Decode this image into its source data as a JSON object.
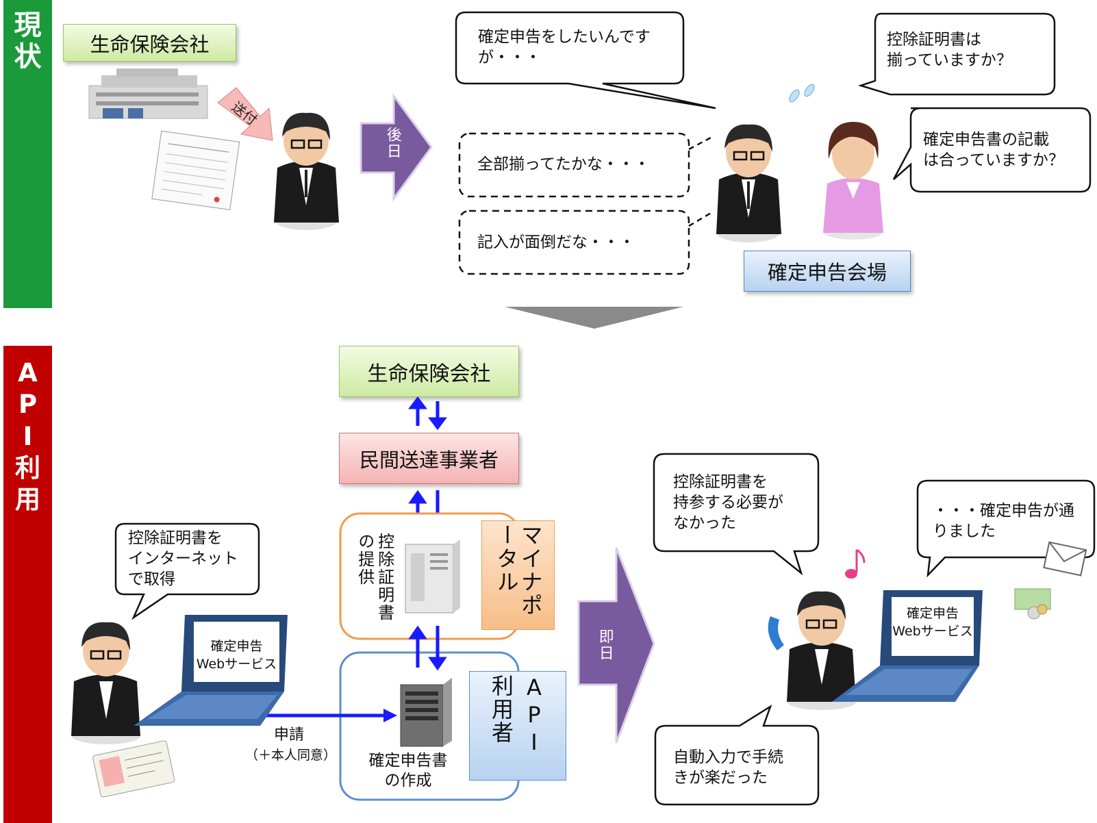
{
  "sections": {
    "current": {
      "chars": [
        "現",
        "状"
      ]
    },
    "api": {
      "chars": [
        "A",
        "P",
        "I",
        "利",
        "用"
      ]
    }
  },
  "top": {
    "insurer_label": "生命保険会社",
    "send_label": "送付",
    "later_label": "後日",
    "speech_main": "確定申告をしたいんです\nが・・・",
    "thought_1": "全部揃ってたかな・・・",
    "thought_2": "記入が面倒だな・・・",
    "staff_q1": "控除証明書は\n揃っていますか？",
    "staff_q2": "確定申告書の記載\nは合っていますか？",
    "venue_label": "確定申告会場"
  },
  "bottom": {
    "insurer_label": "生命保険会社",
    "relay_label": "民間送達事業者",
    "mynaportal_label": "マイナポータル",
    "provide_label": "控除証明書の提供",
    "api_user_label": "API利用者",
    "create_label": "確定申告書\nの作成",
    "request_label": "申請",
    "consent_label": "（＋本人同意）",
    "immediate_label": "即日",
    "user_speech": "控除証明書を\nインターネット\nで取得",
    "laptop_screen": "確定申告\nWebサービス",
    "result_1": "控除証明書を\n持参する必要が\nなかった",
    "result_2": "・・・確定申告が通\nりました",
    "result_3": "自動入力で手続\nきが楽だった",
    "laptop_screen_2": "確定申告\nWebサービス"
  },
  "colors": {
    "green_band": "#1a9a3a",
    "red_band": "#c00000",
    "purple_arrow": "#7a5a9e",
    "blue_arrow": "#1a1aff",
    "orange_border": "#f29b4a",
    "blue_border": "#5b8fd0"
  }
}
